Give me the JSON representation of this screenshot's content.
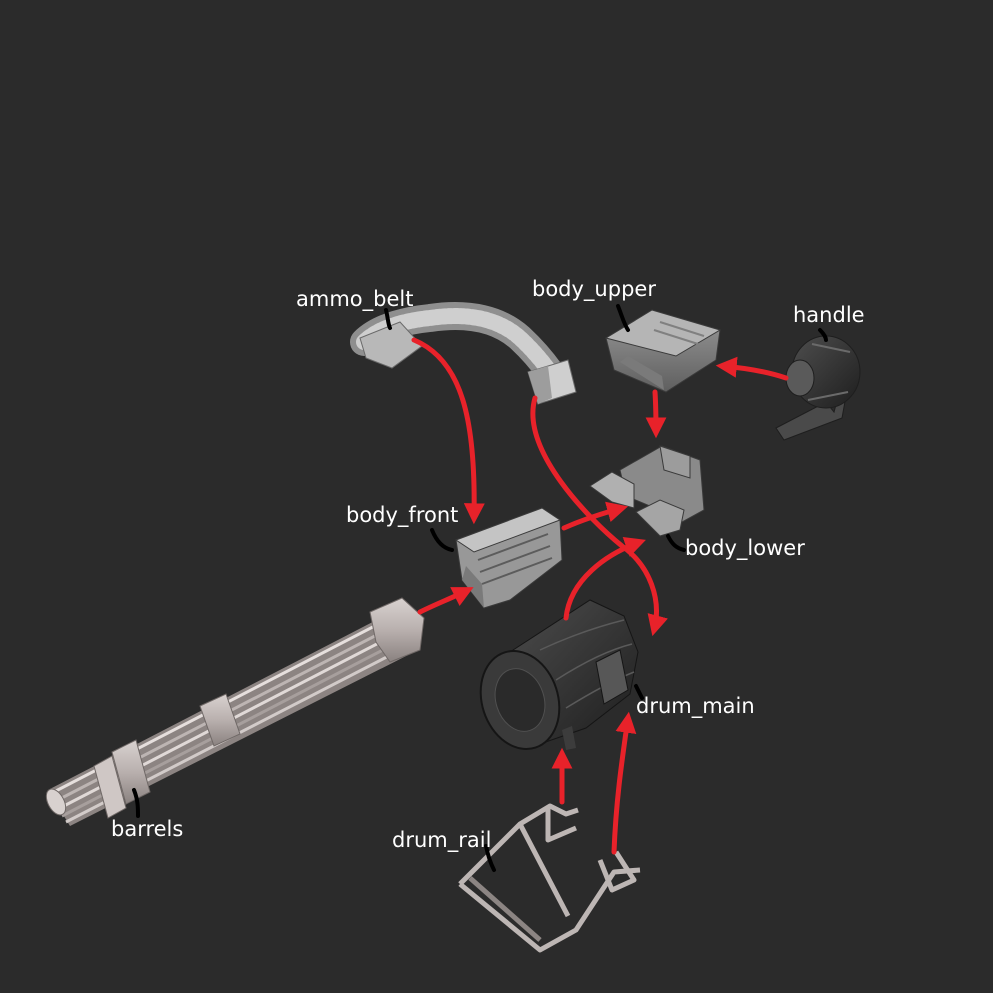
{
  "colors": {
    "background": "#2b2b2b",
    "arrow": "#e8222a",
    "label": "#ffffff",
    "leader": "#000000"
  },
  "parts": [
    {
      "id": "ammo_belt",
      "label": "ammo_belt"
    },
    {
      "id": "body_upper",
      "label": "body_upper"
    },
    {
      "id": "handle",
      "label": "handle"
    },
    {
      "id": "body_front",
      "label": "body_front"
    },
    {
      "id": "body_lower",
      "label": "body_lower"
    },
    {
      "id": "drum_main",
      "label": "drum_main"
    },
    {
      "id": "barrels",
      "label": "barrels"
    },
    {
      "id": "drum_rail",
      "label": "drum_rail"
    }
  ],
  "assembly_arrows": [
    {
      "from": "ammo_belt",
      "to": "body_front"
    },
    {
      "from": "ammo_belt",
      "to": "drum_main"
    },
    {
      "from": "handle",
      "to": "body_upper"
    },
    {
      "from": "body_upper",
      "to": "body_lower"
    },
    {
      "from": "body_front",
      "to": "body_lower"
    },
    {
      "from": "drum_main",
      "to": "body_lower"
    },
    {
      "from": "barrels",
      "to": "body_front"
    },
    {
      "from": "drum_rail",
      "to": "drum_main"
    },
    {
      "from": "drum_rail",
      "to": "drum_main"
    }
  ]
}
